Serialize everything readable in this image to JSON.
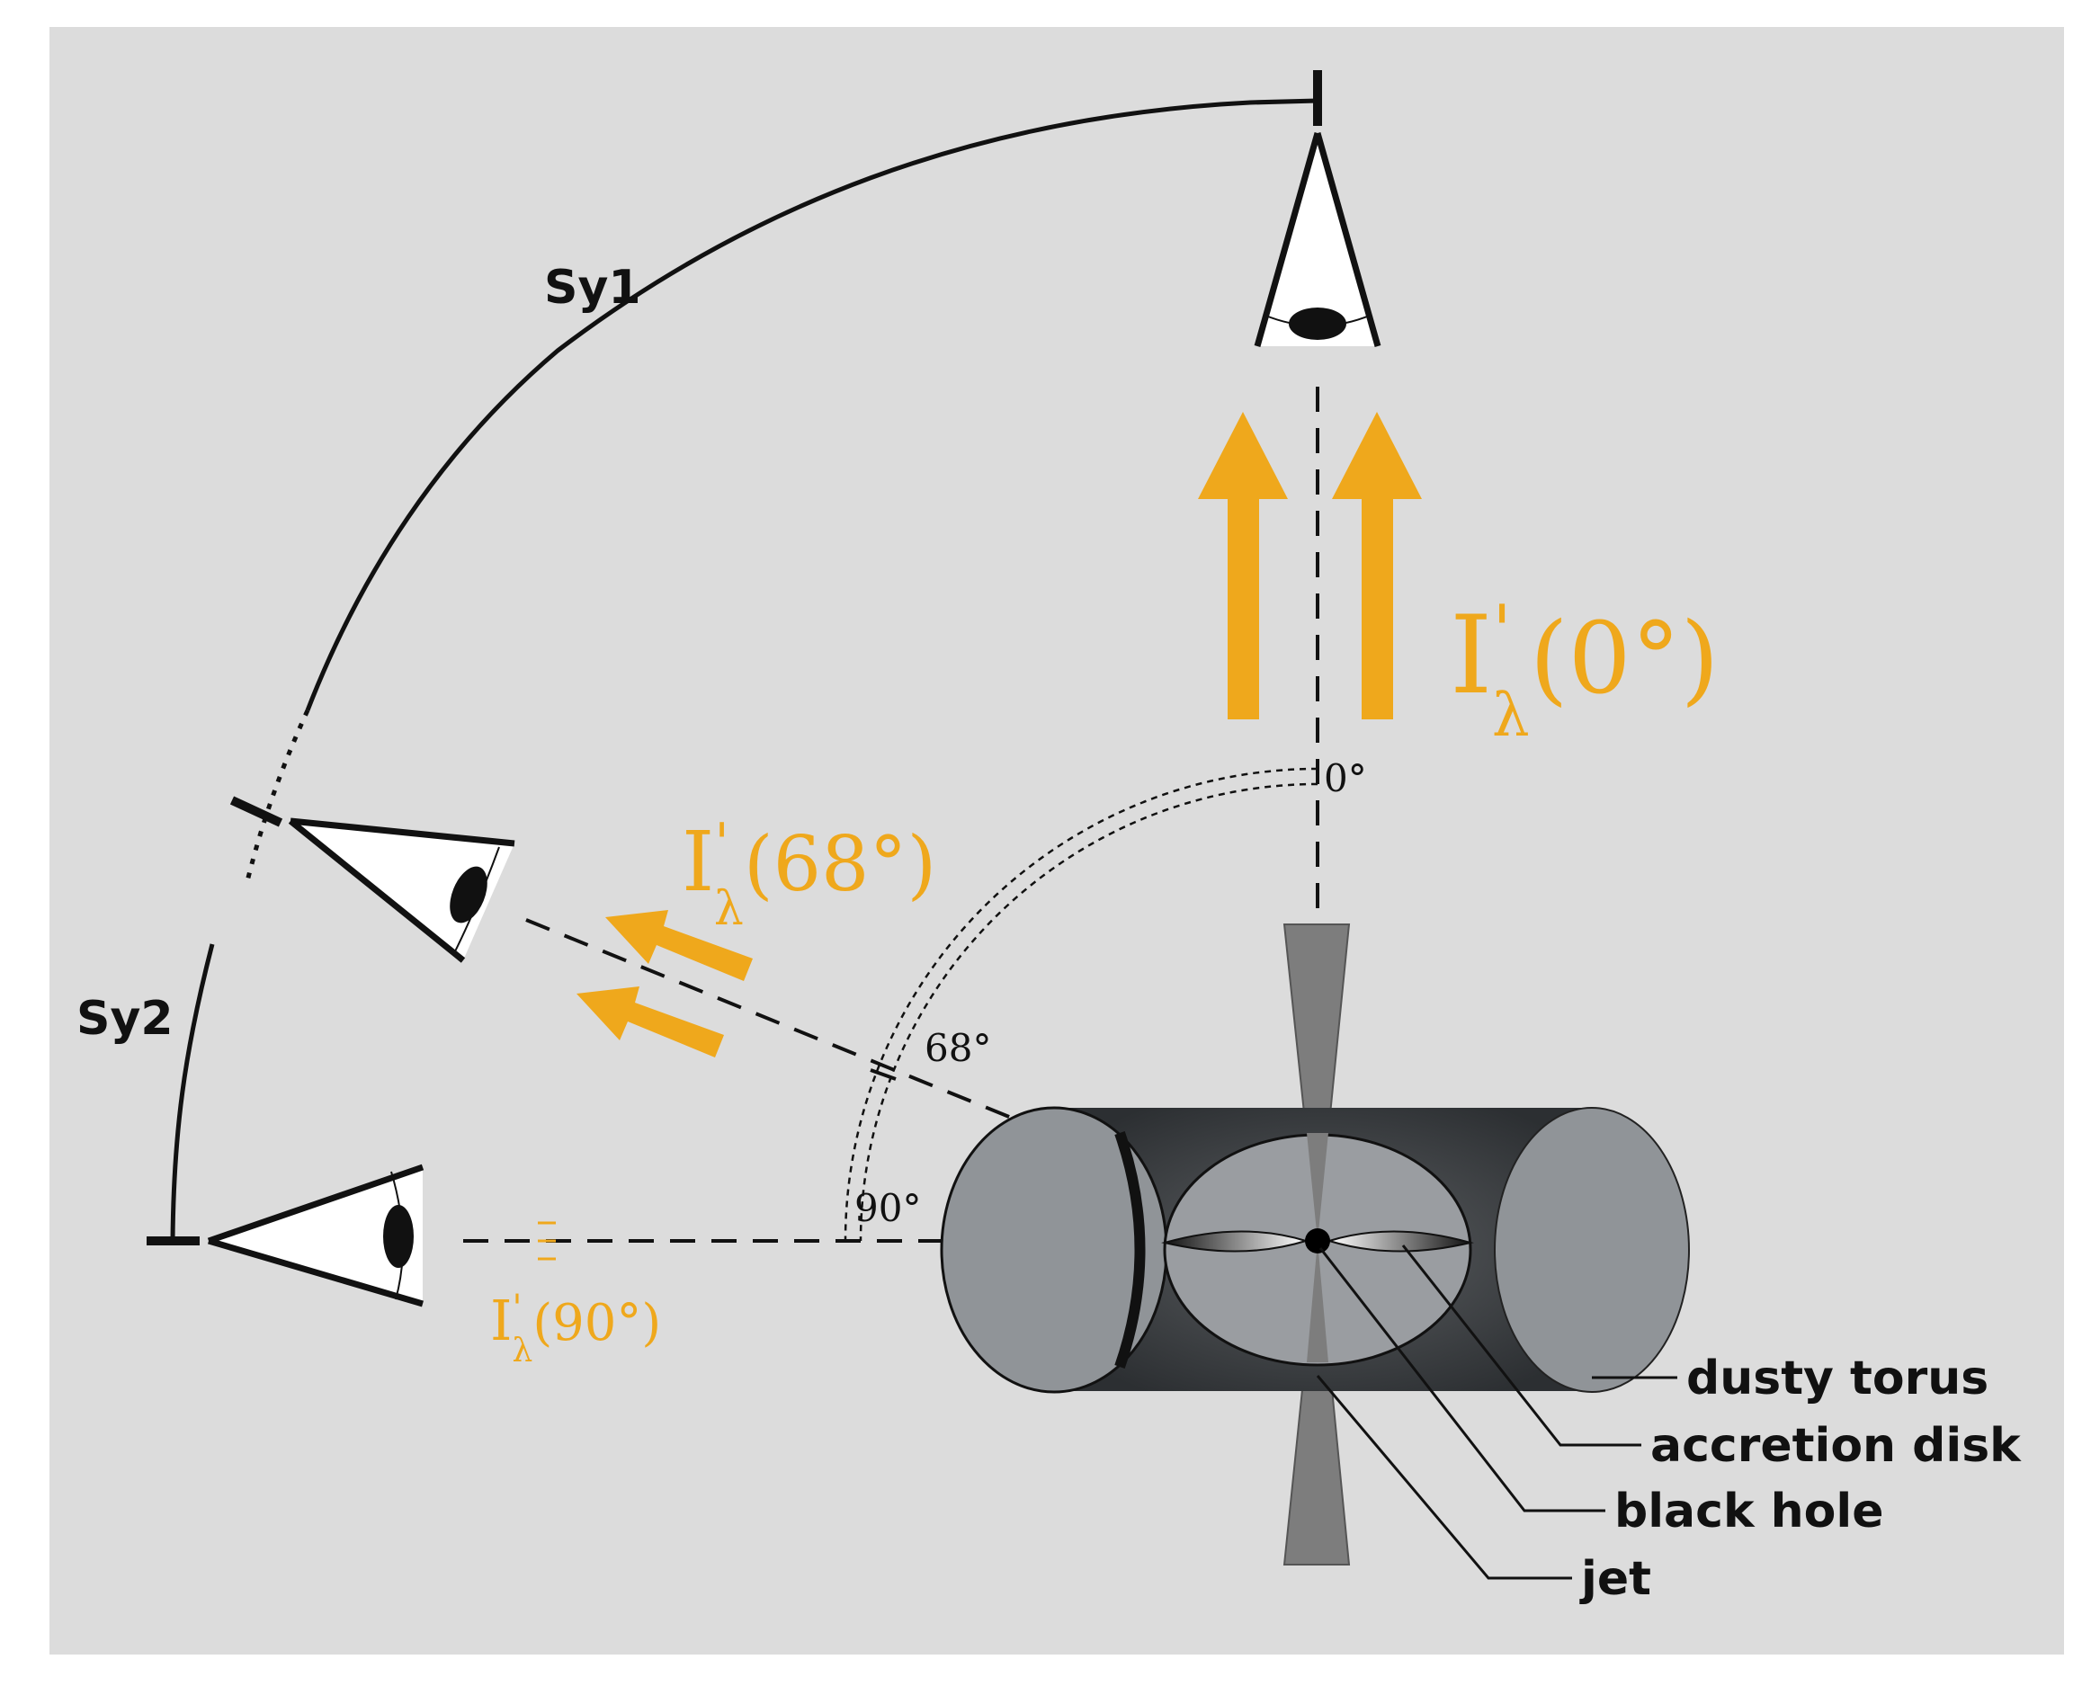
{
  "colors": {
    "background": "#dcdcdc",
    "accent": "#efa81c",
    "ink": "#111111",
    "torus_body": "#3a3d40",
    "torus_face": "#909498",
    "jet": "#7d7d7d"
  },
  "arc_labels": {
    "sy1": "Sy1",
    "sy2": "Sy2"
  },
  "angles": {
    "a0": "0°",
    "a68": "68°",
    "a90": "90°"
  },
  "intensity_labels": {
    "symbol": "I",
    "prime": "'",
    "subscript": "λ",
    "i0": "(0°)",
    "i68": "(68°)",
    "i90": "(90°)"
  },
  "components": {
    "dusty_torus": "dusty torus",
    "accretion_disk": "accretion disk",
    "black_hole": "black hole",
    "jet": "jet"
  },
  "icons": [
    "eye-icon",
    "arrow-up-icon",
    "arrow-diagonal-icon"
  ]
}
